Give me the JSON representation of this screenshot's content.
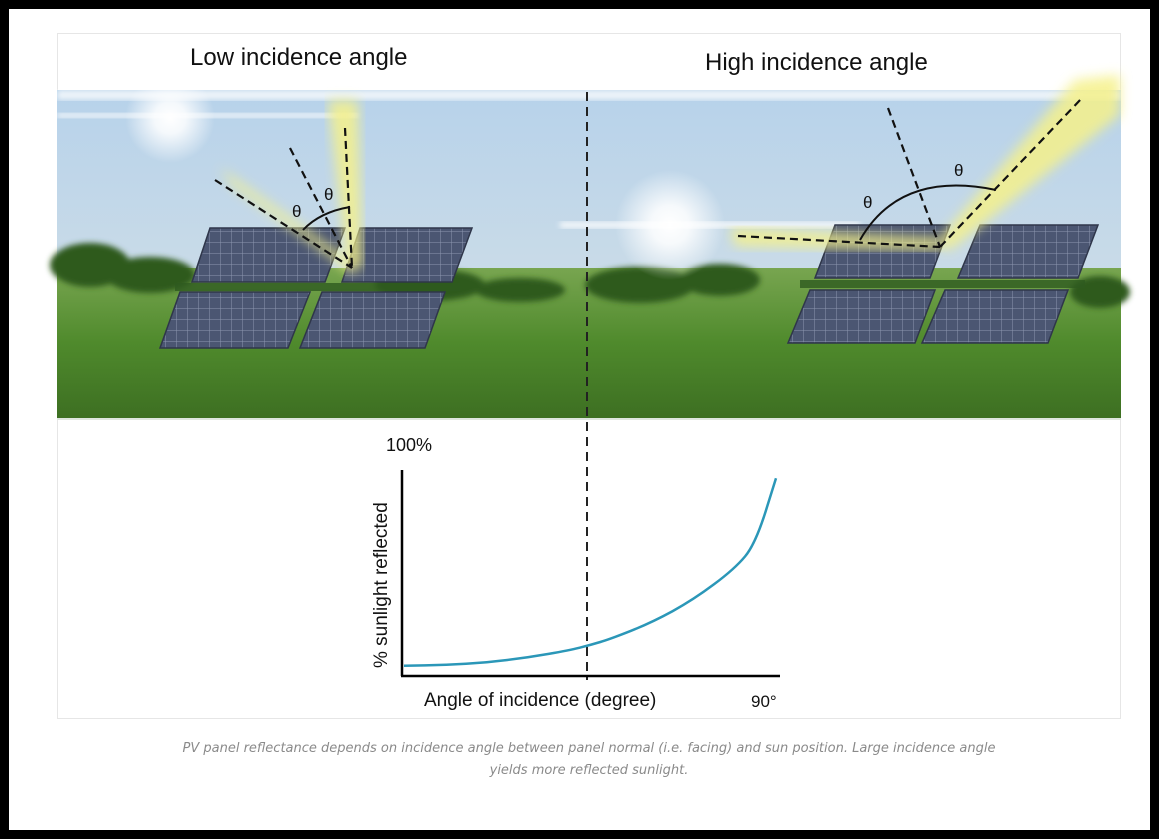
{
  "figure": {
    "left_title": "Low incidence angle",
    "right_title": "High incidence angle",
    "angle_symbol": "θ",
    "y_axis_top_label": "100%",
    "y_axis_label": "% sunlight reflected",
    "x_axis_label": "Angle of incidence (degree)",
    "x_axis_end_label": "90°"
  },
  "chart_data": {
    "type": "line",
    "xlabel": "Angle of incidence (degree)",
    "ylabel": "% sunlight reflected",
    "xlim": [
      0,
      90
    ],
    "ylim": [
      0,
      100
    ],
    "x": [
      0,
      10,
      20,
      30,
      40,
      45,
      50,
      60,
      70,
      80,
      85,
      90
    ],
    "y": [
      5,
      5.3,
      6.5,
      9,
      12.5,
      15,
      18,
      26,
      37,
      52,
      64,
      96
    ],
    "annotations": [
      {
        "type": "vertical-dashed-line",
        "x": 44
      }
    ]
  },
  "caption": {
    "line1": "PV panel reflectance depends on incidence angle between panel normal (i.e. facing) and sun position. Large incidence angle",
    "line2": "yields more reflected sunlight."
  },
  "colors": {
    "sky_top": "#a9c8e4",
    "grass": "#4f8a2c",
    "panel": "#4a5570",
    "glow": "#f4f08a",
    "curve": "#2b97b8"
  }
}
